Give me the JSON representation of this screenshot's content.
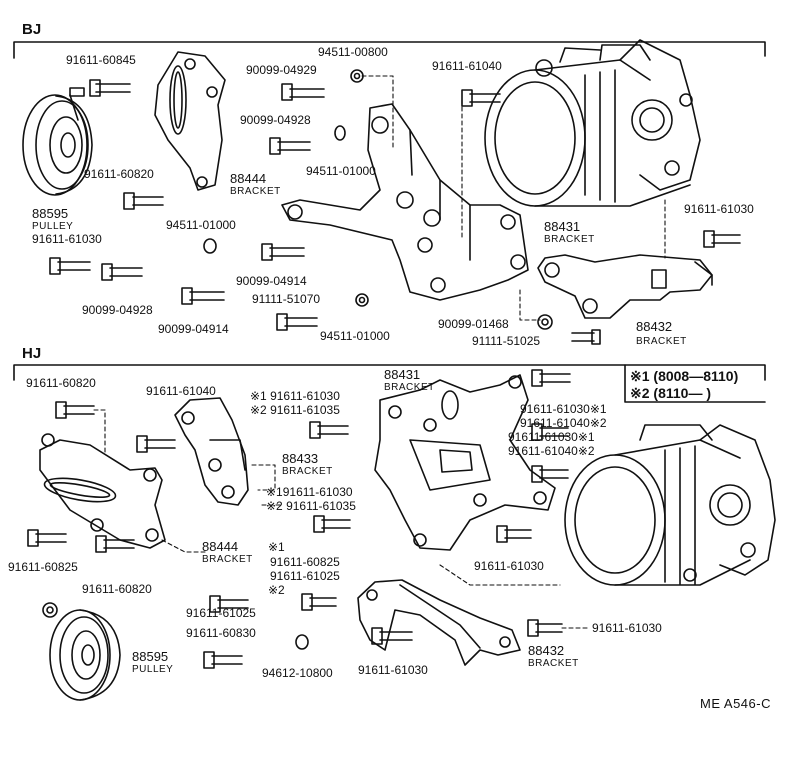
{
  "sections": {
    "bj": "BJ",
    "hj": "HJ"
  },
  "bj_labels": {
    "p91611_60845": "91611-60845",
    "p90099_04929": "90099-04929",
    "p94511_00800": "94511-00800",
    "p91611_61040": "91611-61040",
    "p90099_04928_a": "90099-04928",
    "p88444": "88444",
    "p88444_name": "BRACKET",
    "p94511_01000_a": "94511-01000",
    "p91611_60820": "91611-60820",
    "p88595": "88595",
    "p88595_name": "PULLEY",
    "p91611_61030_a": "91611-61030",
    "p94511_01000_b": "94511-01000",
    "p88431": "88431",
    "p88431_name": "BRACKET",
    "p91611_61030_b": "91611-61030",
    "p90099_04914_a": "90099-04914",
    "p91111_51070": "91111-51070",
    "p90099_04928_b": "90099-04928",
    "p90099_04914_b": "90099-04914",
    "p94511_01000_c": "94511-01000",
    "p90099_01468": "90099-01468",
    "p88432": "88432",
    "p88432_name": "BRACKET",
    "p91111_51025": "91111-51025"
  },
  "legend": {
    "l1": "※1 (8008—8110)",
    "l2": "※2 (8110—     )"
  },
  "hj_labels": {
    "p91611_60820_a": "91611-60820",
    "p91611_61040": "91611-61040",
    "m1_61030": "※1 91611-61030",
    "m2_61035": "※2 91611-61035",
    "p88431": "88431",
    "p88431_name": "BRACKET",
    "r1": "91611-61030※1",
    "r2": "91611-61040※2",
    "r3": "91611-61030※1",
    "r4": "91611-61040※2",
    "p88433": "88433",
    "p88433_name": "BRACKET",
    "m1b": "※191611-61030",
    "m2b": "※2 91611-61035",
    "p91611_60825_a": "91611-60825",
    "p91611_60820_b": "91611-60820",
    "p88444": "88444",
    "p88444_name": "BRACKET",
    "m1c": "※1",
    "p91611_60825_b": "91611-60825",
    "p91611_61025_a": "91611-61025",
    "m2c": "※2",
    "p91611_61030_c": "91611-61030",
    "p91611_61025_b": "91611-61025",
    "p91611_60830": "91611-60830",
    "p91611_61030_d": "91611-61030",
    "p88595": "88595",
    "p88595_name": "PULLEY",
    "p94612_10800": "94612-10800",
    "p91611_61030_e": "91611-61030",
    "p88432": "88432",
    "p88432_name": "BRACKET"
  },
  "footer": {
    "code": "ME  A546-C"
  }
}
